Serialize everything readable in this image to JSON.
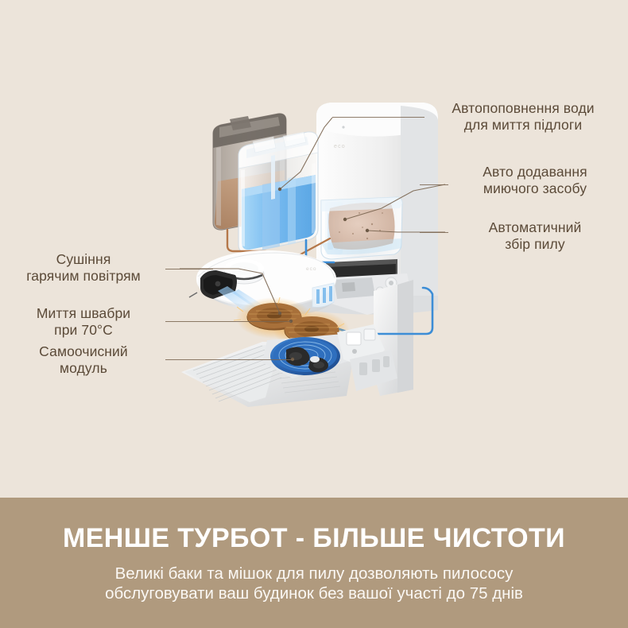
{
  "page": {
    "background_color": "#ece4da",
    "text_color": "#5b4a38",
    "leader_color": "#7a6550"
  },
  "callouts": {
    "right": [
      {
        "id": "auto-water-refill",
        "text": "Автопоповнення води\nдля миття підлоги"
      },
      {
        "id": "auto-detergent",
        "text": "Авто додавання\nмиючого засобу"
      },
      {
        "id": "auto-dust-collect",
        "text": "Автоматичний\nзбір пилу"
      }
    ],
    "left": [
      {
        "id": "hot-air-drying",
        "text": "Сушіння\nгарячим повітрям"
      },
      {
        "id": "mop-wash-70",
        "text": "Миття швабри\nпри 70°C"
      },
      {
        "id": "self-clean-module",
        "text": "Самоочисний\nмодуль"
      }
    ]
  },
  "banner": {
    "background_color": "#b09a7e",
    "title": "МЕНШЕ ТУРБОТ - БІЛЬШЕ ЧИСТОТИ",
    "subtitle": "Великі баки та мішок для пилу дозволяють пилососу\nобслуговувати ваш будинок без вашої участі до 75 днів"
  },
  "illustration": {
    "product": "robot-vacuum-exploded-view",
    "parts": [
      {
        "id": "dirty-water-tank",
        "label": "dirty-water-tank",
        "color": "#8b8079"
      },
      {
        "id": "clean-water-tank",
        "label": "clean-water-tank",
        "color": "#5aa8e6"
      },
      {
        "id": "base-station-body",
        "label": "base-station-body",
        "color": "#f4f4f4"
      },
      {
        "id": "dust-bag",
        "label": "dust-bag",
        "color": "#d9c3b4"
      },
      {
        "id": "robot-vacuum",
        "label": "robot-vacuum",
        "color": "#fbfbfb"
      },
      {
        "id": "mop-pads",
        "label": "heated-mop-pads",
        "color": "#b07830"
      },
      {
        "id": "cleaning-tray",
        "label": "self-clean-tray",
        "color": "#2f74c0"
      },
      {
        "id": "water-tube-blue",
        "label": "water-tube",
        "color": "#3c8dd6"
      },
      {
        "id": "detergent-tube",
        "label": "detergent-tube",
        "color": "#b5784a"
      }
    ]
  }
}
